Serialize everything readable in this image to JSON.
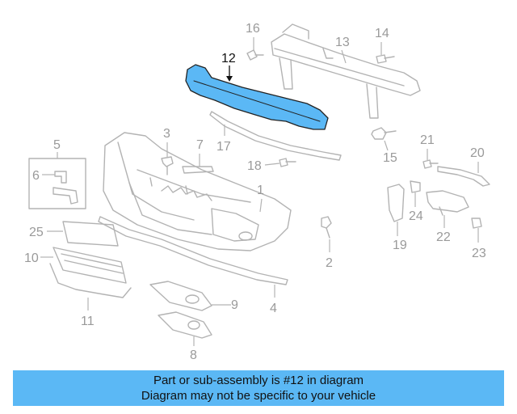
{
  "highlight_color": "#5bb8f5",
  "callouts": {
    "c1": "1",
    "c2": "2",
    "c3": "3",
    "c4": "4",
    "c5": "5",
    "c6": "6",
    "c7": "7",
    "c8": "8",
    "c9": "9",
    "c10": "10",
    "c11": "11",
    "c12": "12",
    "c13": "13",
    "c14": "14",
    "c15": "15",
    "c16": "16",
    "c17": "17",
    "c18": "18",
    "c19": "19",
    "c20": "20",
    "c21": "21",
    "c22": "22",
    "c23": "23",
    "c24": "24",
    "c25": "25"
  },
  "banner": {
    "line1": "Part or sub-assembly is #12 in diagram",
    "line2": "Diagram may not be specific to your vehicle"
  }
}
